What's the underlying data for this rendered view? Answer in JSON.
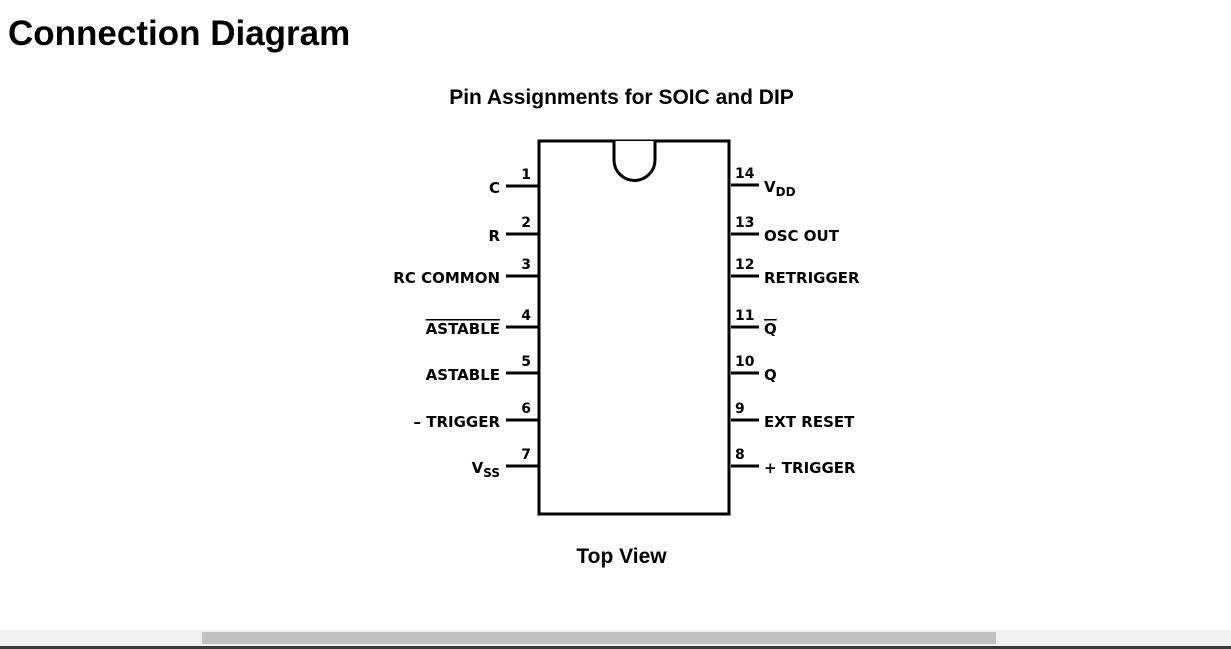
{
  "page": {
    "heading": "Connection Diagram"
  },
  "diagram": {
    "title": "Pin Assignments for SOIC and DIP",
    "caption": "Top View",
    "pins_left": [
      {
        "num": "1",
        "label": "C",
        "sub": ""
      },
      {
        "num": "2",
        "label": "R",
        "sub": ""
      },
      {
        "num": "3",
        "label": "RC COMMON",
        "sub": ""
      },
      {
        "num": "4",
        "label": "ASTABLE",
        "sub": "",
        "overline": true
      },
      {
        "num": "5",
        "label": "ASTABLE",
        "sub": ""
      },
      {
        "num": "6",
        "label": "– TRIGGER",
        "sub": ""
      },
      {
        "num": "7",
        "label": "V",
        "sub": "SS"
      }
    ],
    "pins_right": [
      {
        "num": "14",
        "label": "V",
        "sub": "DD"
      },
      {
        "num": "13",
        "label": "OSC OUT",
        "sub": ""
      },
      {
        "num": "12",
        "label": "RETRIGGER",
        "sub": ""
      },
      {
        "num": "11",
        "label": "Q",
        "sub": "",
        "overline": true
      },
      {
        "num": "10",
        "label": "Q",
        "sub": ""
      },
      {
        "num": "9",
        "label": "EXT RESET",
        "sub": ""
      },
      {
        "num": "8",
        "label": "+ TRIGGER",
        "sub": ""
      }
    ]
  }
}
